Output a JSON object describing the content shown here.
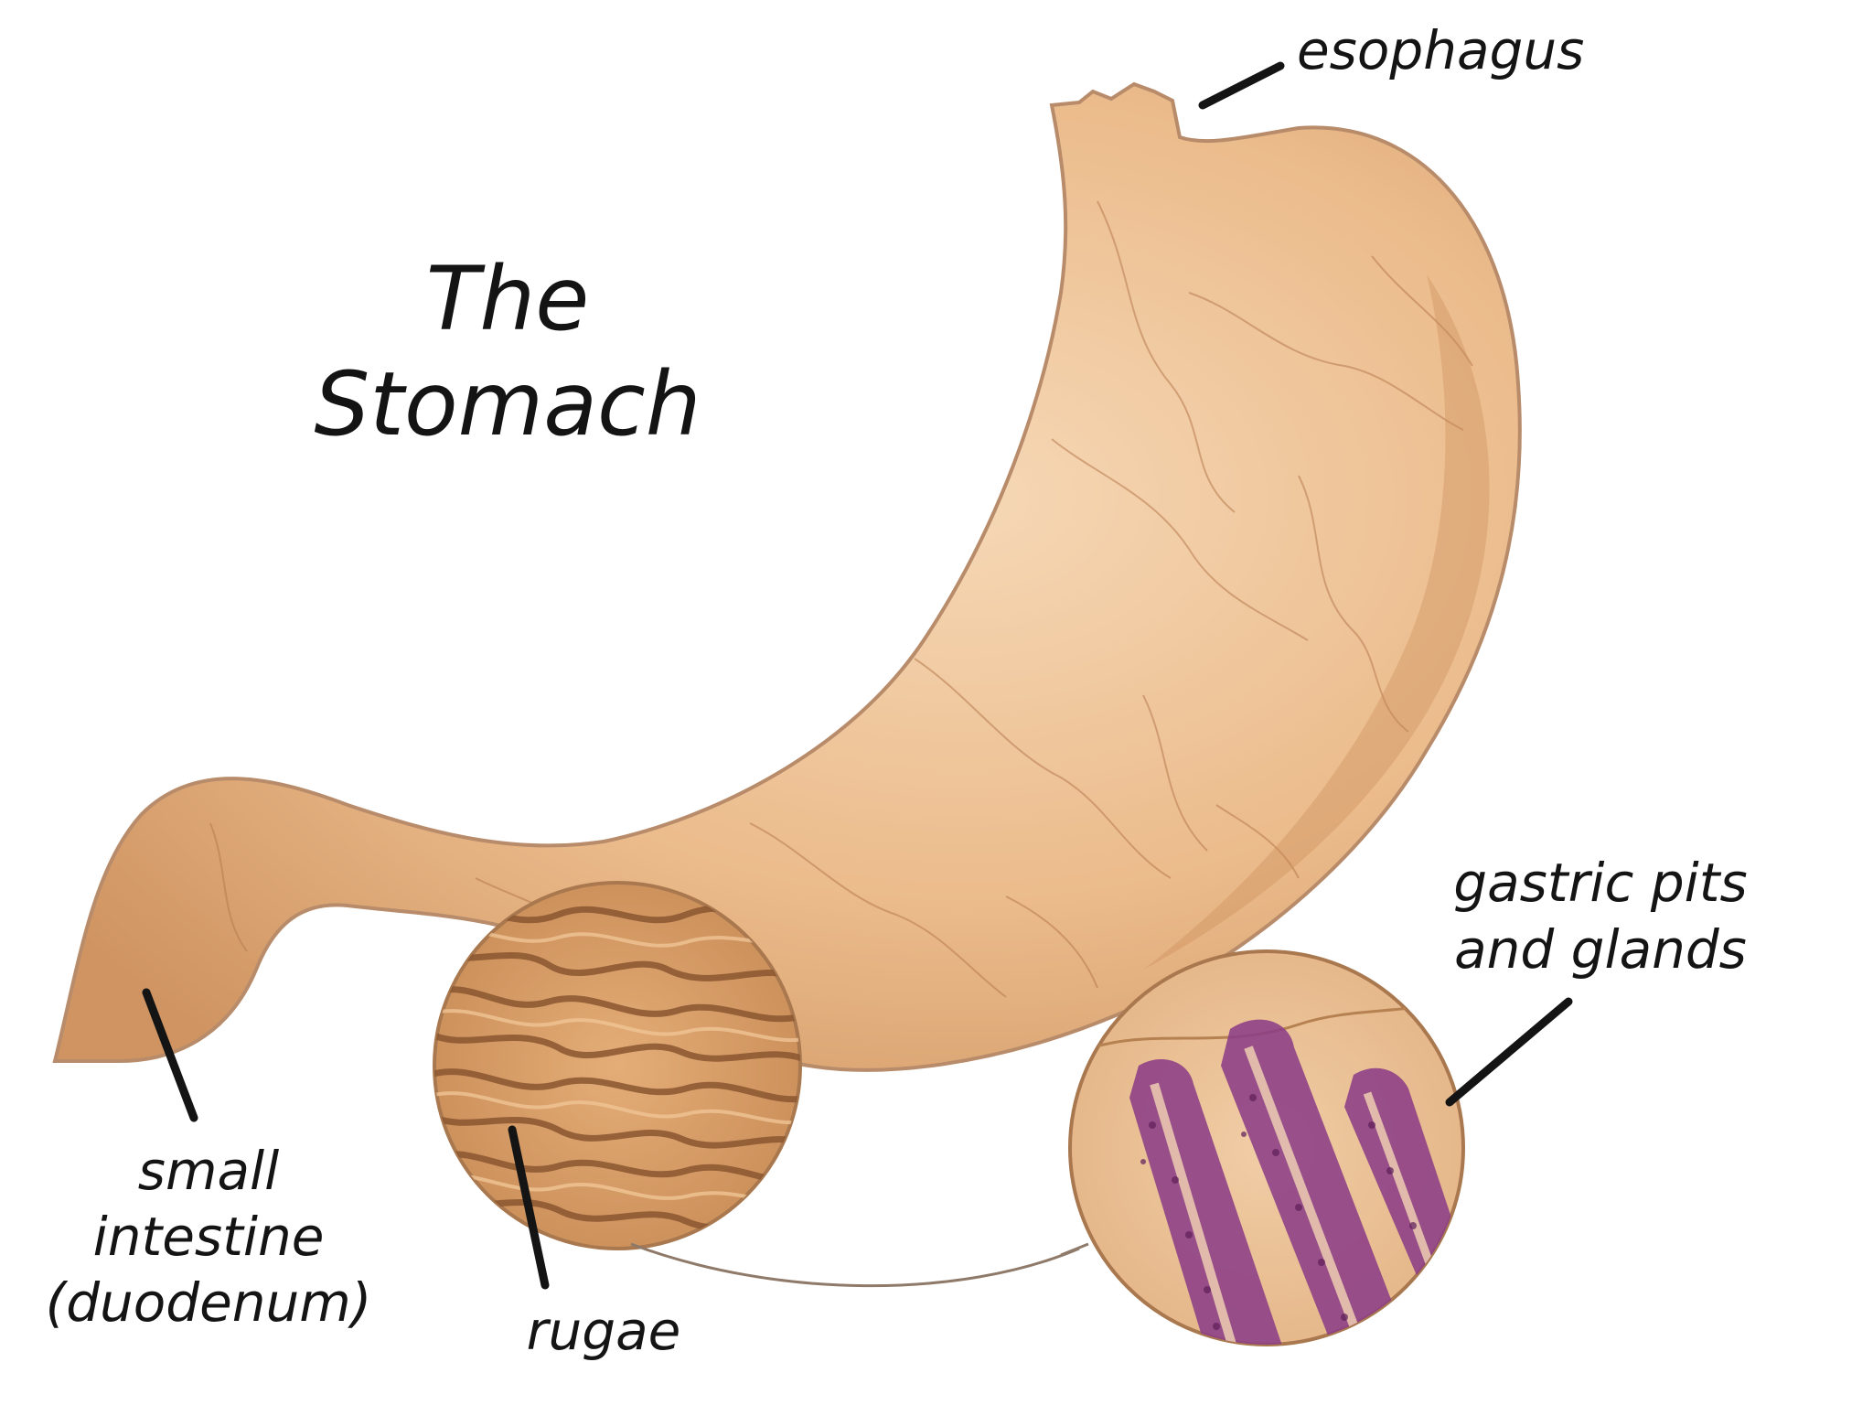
{
  "title": {
    "line1": "The",
    "line2": "Stomach"
  },
  "labels": {
    "esophagus": "esophagus",
    "gastric_line1": "gastric pits",
    "gastric_line2": "and glands",
    "small_intestine_line1": "small",
    "small_intestine_line2": "intestine",
    "small_intestine_line3": "(duodenum)",
    "rugae": "rugae"
  },
  "colors": {
    "background": "#ffffff",
    "stomach_fill": "#e9b98a",
    "stomach_highlight": "#f4d5b2",
    "stomach_shadow": "#c98e5c",
    "outline": "#b88c6a",
    "rugae_fill": "#d39a66",
    "rugae_fold": "#8a5630",
    "gland_color": "#8c3d86",
    "text": "#141414"
  }
}
